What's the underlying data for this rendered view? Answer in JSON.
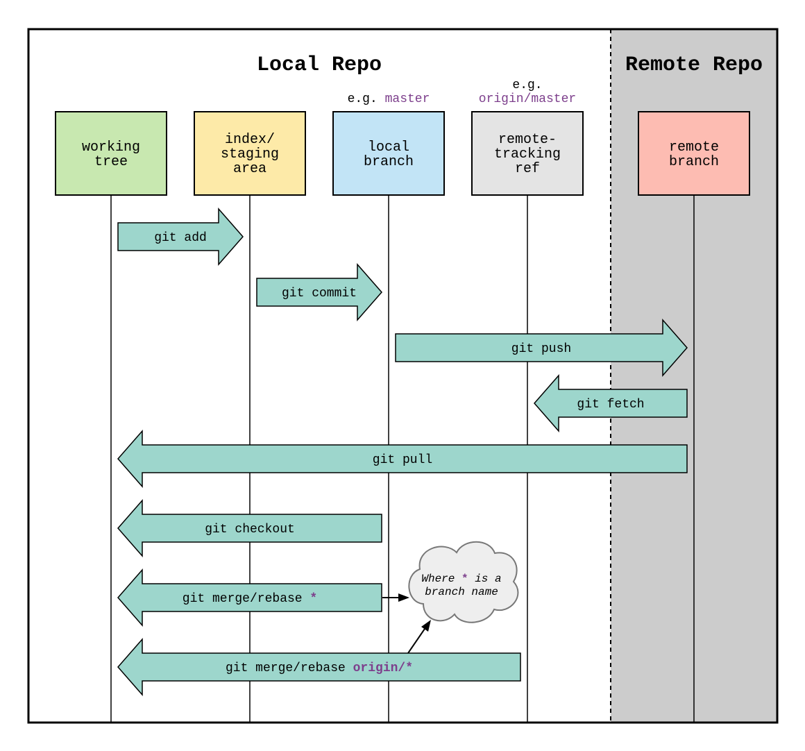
{
  "titles": {
    "local": "Local Repo",
    "remote": "Remote Repo"
  },
  "boxes": {
    "working_tree": {
      "line1": "working",
      "line2": "tree"
    },
    "index": {
      "line1": "index/",
      "line2": "staging",
      "line3": "area"
    },
    "local_branch": {
      "line1": "local",
      "line2": "branch"
    },
    "remote_tracking": {
      "line1": "remote-",
      "line2": "tracking",
      "line3": "ref"
    },
    "remote_branch": {
      "line1": "remote",
      "line2": "branch"
    }
  },
  "examples": {
    "local_prefix": "e.g. ",
    "local_name": "master",
    "remote_prefix": "e.g.",
    "remote_name": "origin/master"
  },
  "commands": {
    "add": "git add",
    "commit": "git commit",
    "push": "git push",
    "fetch": "git fetch",
    "pull": "git pull",
    "checkout": "git checkout",
    "merge_local_prefix": "git merge/rebase ",
    "merge_local_star": "*",
    "merge_remote_prefix": "git merge/rebase ",
    "merge_remote_highlight": "origin/*"
  },
  "note": {
    "line1_a": "Where ",
    "line1_star": "*",
    "line1_b": " is a",
    "line2": "branch name"
  },
  "colors": {
    "working_tree": "#c8e8b0",
    "index": "#fdeaa8",
    "local_branch": "#c2e4f6",
    "remote_tracking": "#e4e4e4",
    "remote_branch": "#fdbcb2",
    "arrow_fill": "#9dd6cc",
    "remote_bg": "#cccccc",
    "highlight": "#7d3f8c",
    "cloud_fill": "#eeeeee"
  }
}
